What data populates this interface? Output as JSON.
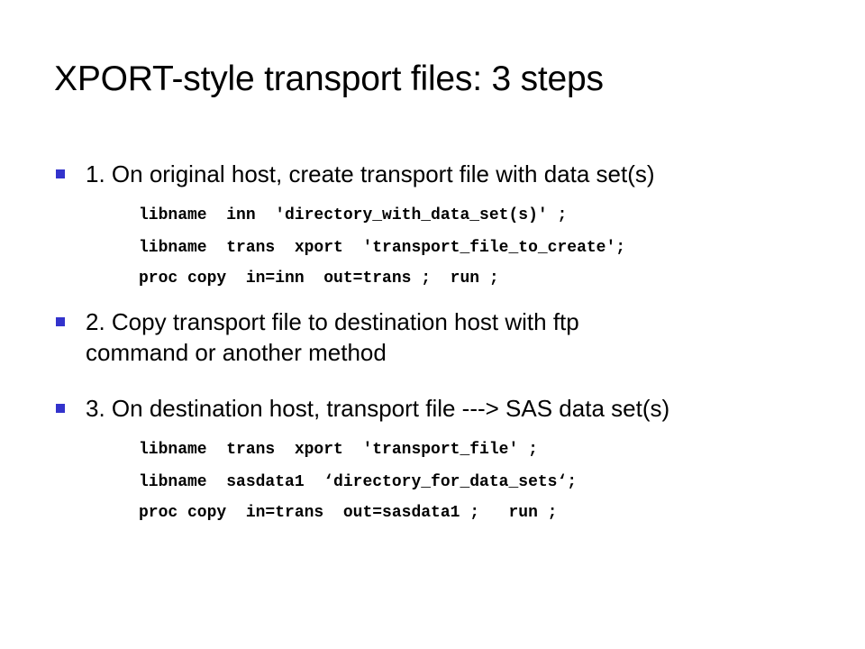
{
  "slide": {
    "title": "XPORT-style transport files: 3 steps",
    "step1": {
      "text": "1. On original host, create transport file with data set(s)",
      "code": [
        "libname  inn  'directory_with_data_set(s)' ;",
        "libname  trans  xport  'transport_file_to_create';",
        "proc copy  in=inn  out=trans ;  run ;"
      ]
    },
    "step2": {
      "text_line1": "2. Copy transport file to destination host with ftp",
      "text_line2": "command or another method"
    },
    "step3": {
      "text": "3. On destination host, transport file ---> SAS data set(s)",
      "code": [
        "libname  trans  xport  'transport_file' ;",
        "libname  sasdata1  ‘directory_for_data_sets‘;",
        "proc copy  in=trans  out=sasdata1 ;   run ;"
      ]
    },
    "colors": {
      "bullet": "#3333cc",
      "text": "#000000",
      "background": "#ffffff"
    },
    "icons": {
      "bullet": "square-bullet-icon"
    }
  }
}
